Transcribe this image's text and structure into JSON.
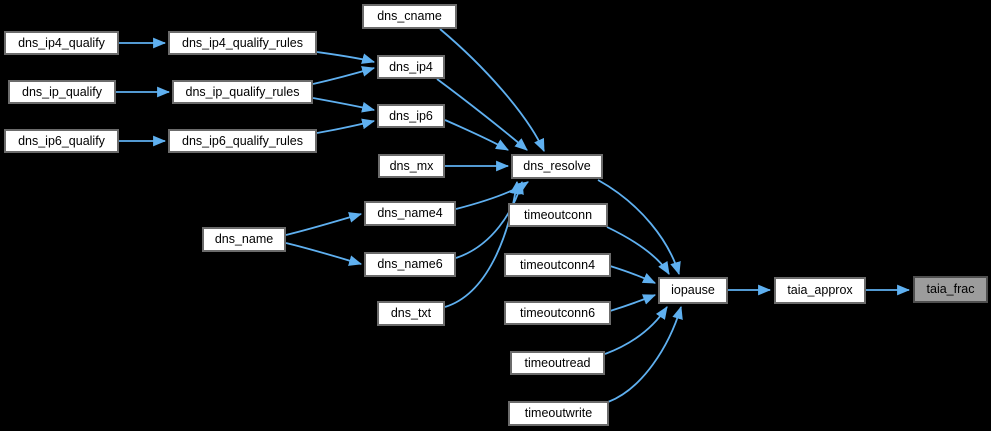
{
  "diagram": {
    "type": "call-graph",
    "description": "Caller graph for taia_frac: functions calling into taia_frac via taia_approx and iopause",
    "background_color": "#000000",
    "edge_color": "#5fb0f0",
    "node_fill": "#ffffff",
    "node_border_color": "#6b6b6b",
    "node_text_color": "#000000",
    "highlighted_node": "taia_frac",
    "highlight_fill": "#9c9c9c",
    "labels": {
      "dns_ip4_qualify": "dns_ip4_qualify",
      "dns_ip4_qualify_rules": "dns_ip4_qualify_rules",
      "dns_ip_qualify": "dns_ip_qualify",
      "dns_ip_qualify_rules": "dns_ip_qualify_rules",
      "dns_ip6_qualify": "dns_ip6_qualify",
      "dns_ip6_qualify_rules": "dns_ip6_qualify_rules",
      "dns_cname": "dns_cname",
      "dns_ip4": "dns_ip4",
      "dns_ip6": "dns_ip6",
      "dns_mx": "dns_mx",
      "dns_name": "dns_name",
      "dns_name4": "dns_name4",
      "dns_name6": "dns_name6",
      "dns_txt": "dns_txt",
      "dns_resolve": "dns_resolve",
      "timeoutconn": "timeoutconn",
      "timeoutconn4": "timeoutconn4",
      "timeoutconn6": "timeoutconn6",
      "timeoutread": "timeoutread",
      "timeoutwrite": "timeoutwrite",
      "iopause": "iopause",
      "taia_approx": "taia_approx",
      "taia_frac": "taia_frac"
    },
    "edges": [
      {
        "from": "dns_ip4_qualify",
        "to": "dns_ip4_qualify_rules"
      },
      {
        "from": "dns_ip_qualify",
        "to": "dns_ip_qualify_rules"
      },
      {
        "from": "dns_ip6_qualify",
        "to": "dns_ip6_qualify_rules"
      },
      {
        "from": "dns_ip4_qualify_rules",
        "to": "dns_ip4"
      },
      {
        "from": "dns_ip_qualify_rules",
        "to": "dns_ip4"
      },
      {
        "from": "dns_ip_qualify_rules",
        "to": "dns_ip6"
      },
      {
        "from": "dns_ip6_qualify_rules",
        "to": "dns_ip6"
      },
      {
        "from": "dns_cname",
        "to": "dns_resolve"
      },
      {
        "from": "dns_ip4",
        "to": "dns_resolve"
      },
      {
        "from": "dns_ip6",
        "to": "dns_resolve"
      },
      {
        "from": "dns_mx",
        "to": "dns_resolve"
      },
      {
        "from": "dns_name",
        "to": "dns_name4"
      },
      {
        "from": "dns_name",
        "to": "dns_name6"
      },
      {
        "from": "dns_name4",
        "to": "dns_resolve"
      },
      {
        "from": "dns_name6",
        "to": "dns_resolve"
      },
      {
        "from": "dns_txt",
        "to": "dns_resolve"
      },
      {
        "from": "dns_resolve",
        "to": "iopause"
      },
      {
        "from": "timeoutconn",
        "to": "iopause"
      },
      {
        "from": "timeoutconn4",
        "to": "iopause"
      },
      {
        "from": "timeoutconn6",
        "to": "iopause"
      },
      {
        "from": "timeoutread",
        "to": "iopause"
      },
      {
        "from": "timeoutwrite",
        "to": "iopause"
      },
      {
        "from": "iopause",
        "to": "taia_approx"
      },
      {
        "from": "taia_approx",
        "to": "taia_frac"
      }
    ]
  }
}
